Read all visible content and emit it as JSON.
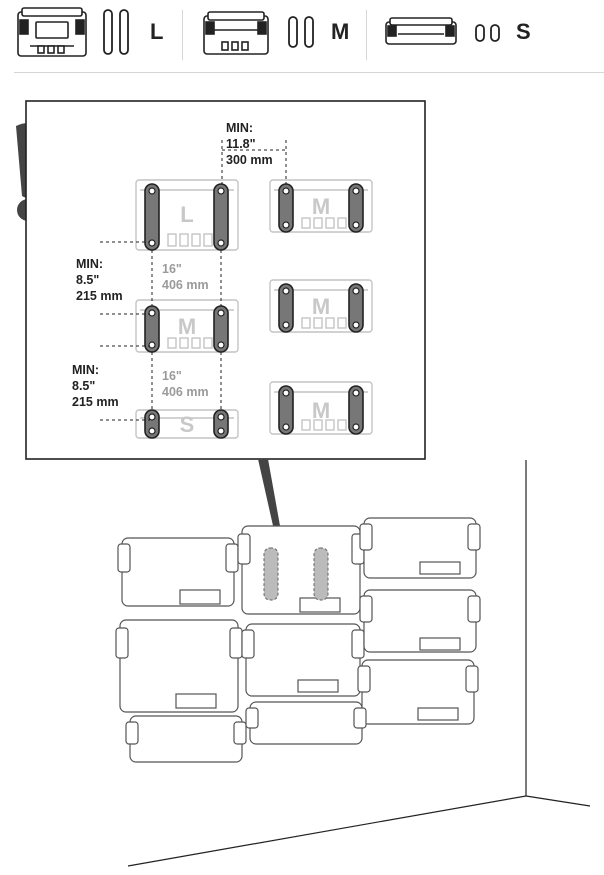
{
  "legend": [
    {
      "letter": "L"
    },
    {
      "letter": "M"
    },
    {
      "letter": "S"
    }
  ],
  "detail": {
    "box_letters": [
      "L",
      "M",
      "S",
      "M",
      "M",
      "M"
    ],
    "min_top": {
      "label": "MIN:",
      "inch": "11.8\"",
      "mm": "300 mm"
    },
    "min_left_1": {
      "label": "MIN:",
      "inch": "8.5\"",
      "mm": "215 mm"
    },
    "min_left_2": {
      "label": "MIN:",
      "inch": "8.5\"",
      "mm": "215 mm"
    },
    "width_1": {
      "inch": "16\"",
      "mm": "406 mm"
    },
    "width_2": {
      "inch": "16\"",
      "mm": "406 mm"
    }
  },
  "warning": {
    "icon": "exclamation-icon"
  },
  "colors": {
    "line": "#222222",
    "gray": "#9a9a9a",
    "handle": "#555555",
    "light": "#d8d8d8"
  }
}
